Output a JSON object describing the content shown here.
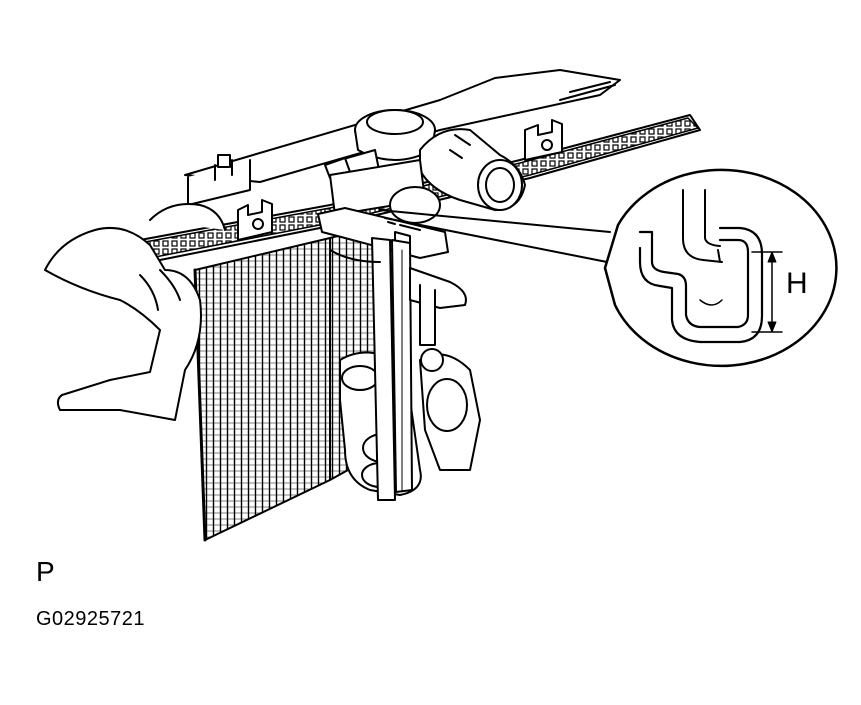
{
  "figure": {
    "view_label": "P",
    "figure_id": "G02925721",
    "dimension_label": "H"
  },
  "colors": {
    "line": "#000000",
    "background": "#ffffff"
  }
}
